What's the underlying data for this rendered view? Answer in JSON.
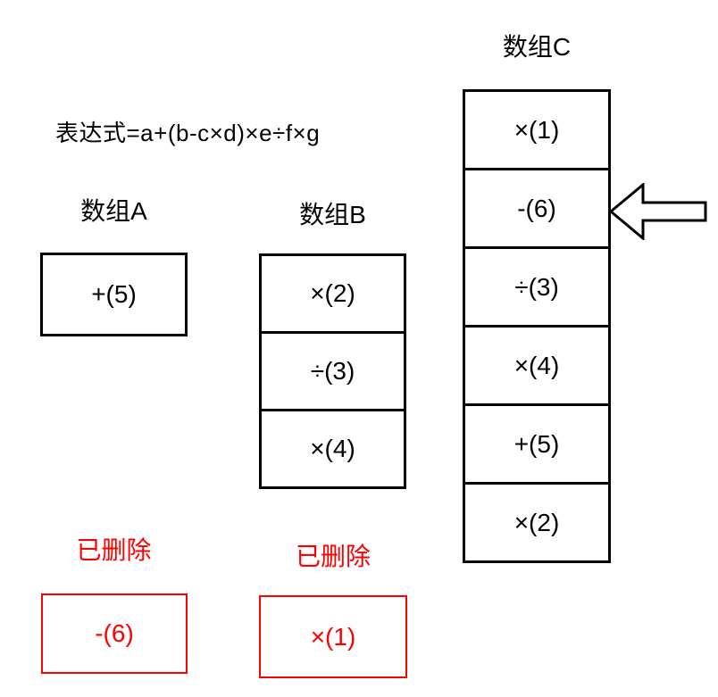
{
  "expression": "表达式=a+(b-c×d)×e÷f×g",
  "array_a": {
    "title": "数组A",
    "cells": [
      "+(5)"
    ]
  },
  "array_b": {
    "title": "数组B",
    "cells": [
      "×(2)",
      "÷(3)",
      "×(4)"
    ]
  },
  "array_c": {
    "title": "数组C",
    "cells": [
      "×(1)",
      "-(6)",
      "÷(3)",
      "×(4)",
      "+(5)",
      "×(2)"
    ]
  },
  "deleted_a": {
    "label": "已删除",
    "cells": [
      "-(6)"
    ]
  },
  "deleted_b": {
    "label": "已删除",
    "cells": [
      "×(1)"
    ]
  },
  "icons": {
    "arrow": "left-block-arrow"
  },
  "colors": {
    "line": "#000000",
    "deleted": "#ff0000",
    "background": "#ffffff",
    "arrow_fill": "#ffffff"
  }
}
